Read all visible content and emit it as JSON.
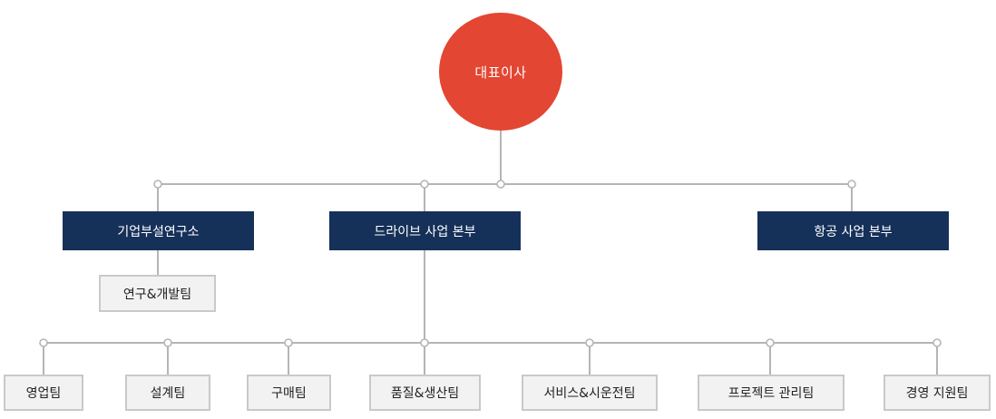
{
  "org": {
    "ceo": "대표이사",
    "divisions": {
      "research": "기업부설연구소",
      "drive": "드라이브 사업 본부",
      "aviation": "항공 사업 본부"
    },
    "research_team": "연구&개발팀",
    "drive_teams": [
      "영업팀",
      "설계팀",
      "구매팀",
      "품질&생산팀",
      "서비스&시운전팀",
      "프로젝트 관리팀",
      "경영 지원팀"
    ]
  },
  "colors": {
    "ceo": "#e34632",
    "division": "#163159",
    "team_bg": "#f2f2f2",
    "team_border": "#c9c9c9",
    "connector": "#b5b5b5"
  }
}
